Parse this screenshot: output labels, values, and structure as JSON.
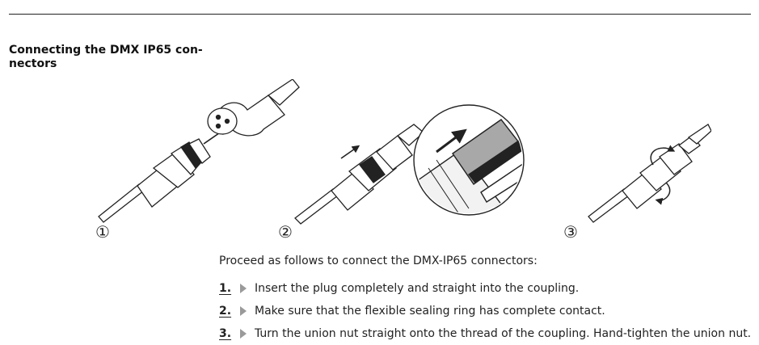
{
  "header": {
    "section_title": "Connecting the DMX IP65 con- nectors"
  },
  "figure": {
    "step_markers": [
      "①",
      "②",
      "③"
    ]
  },
  "instructions": {
    "intro": "Proceed as follows to connect the DMX-IP65 connectors:",
    "steps": [
      {
        "number": "1.",
        "text": "Insert the plug completely and straight into the coupling."
      },
      {
        "number": "2.",
        "text": "Make sure that the flexible sealing ring has complete contact."
      },
      {
        "number": "3.",
        "text": "Turn the union nut straight onto the thread of the coupling. Hand-tighten the union nut."
      }
    ]
  },
  "colors": {
    "line": "#222222",
    "arrow_grey": "#9a9a9a",
    "seal_ring": "#a8a8a8"
  }
}
